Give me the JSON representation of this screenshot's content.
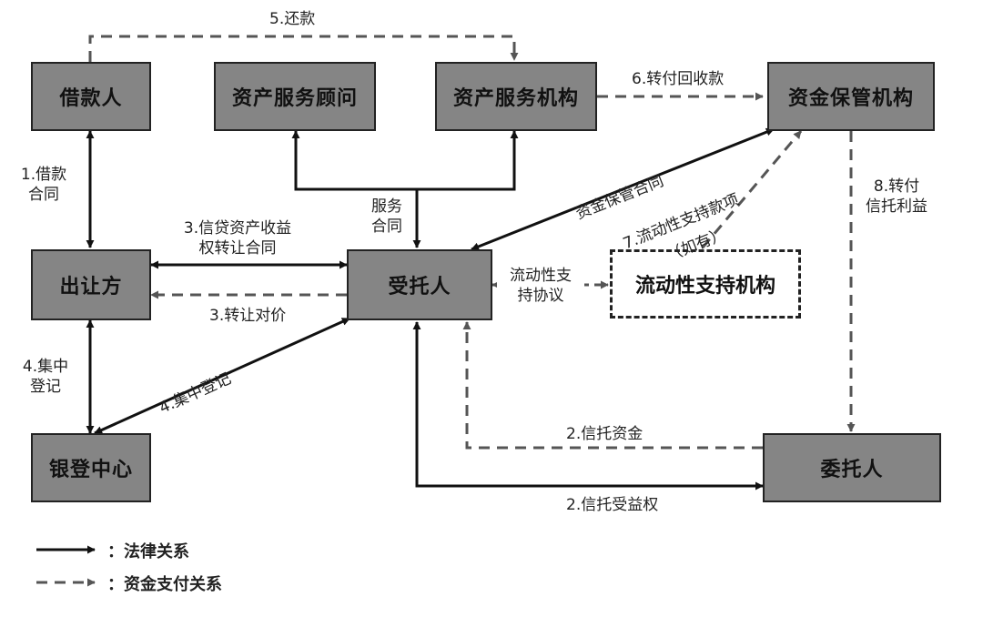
{
  "nodes": {
    "borrower": "借款人",
    "asset_service_advisor": "资产服务顾问",
    "asset_service_agency": "资产服务机构",
    "fund_custodian": "资金保管机构",
    "transferor": "出让方",
    "trustee": "受托人",
    "liquidity_support_agency": "流动性支持机构",
    "registration_center": "银登中心",
    "settlor": "委托人"
  },
  "labels": {
    "repayment": "5.还款",
    "transfer_collections": "6.转付回收款",
    "loan_contract_line1": "1.借款",
    "loan_contract_line2": "合同",
    "service_contract_line1": "服务",
    "service_contract_line2": "合同",
    "custody_contract": "资金保管合同",
    "liquidity_payment": "7.流动性支持款项",
    "liquidity_payment_note": "（如有）",
    "transfer_trust_benefit_line1": "8.转付",
    "transfer_trust_benefit_line2": "信托利益",
    "credit_asset_transfer_line1": "3.信贷资产收益",
    "credit_asset_transfer_line2": "权转让合同",
    "transfer_consideration": "3.转让对价",
    "liquidity_agreement_line1": "流动性支",
    "liquidity_agreement_line2": "持协议",
    "central_registration_line1": "4.集中",
    "central_registration_line2": "登记",
    "central_registration_diag": "4.集中登记",
    "trust_funds": "2.信托资金",
    "trust_beneficial_rights": "2.信托受益权"
  },
  "legend": {
    "legal_relationship": "：法律关系",
    "fund_payment_relationship": "：资金支付关系"
  }
}
